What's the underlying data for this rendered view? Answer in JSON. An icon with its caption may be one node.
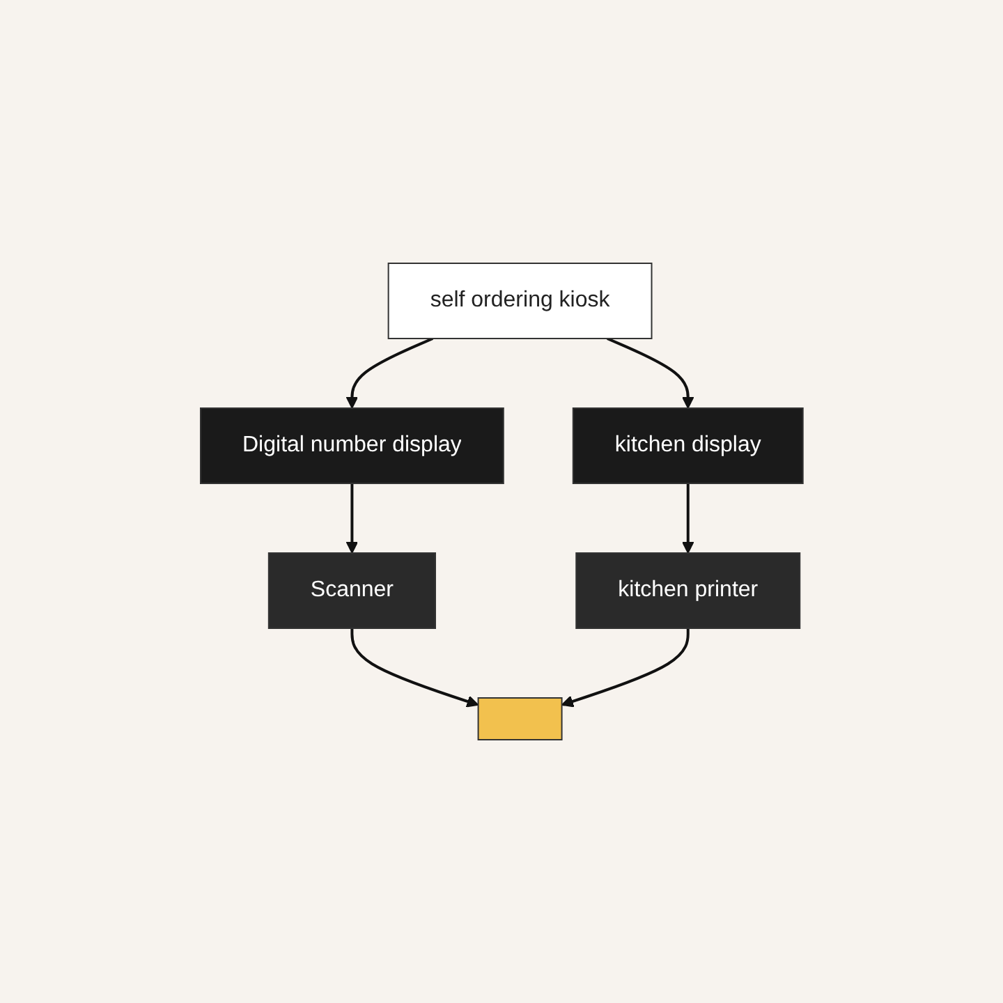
{
  "diagram": {
    "nodes": [
      {
        "text": [
          "self ordering kiosk"
        ]
      },
      {
        "text": [
          "Digital number display"
        ]
      },
      {
        "text": [
          "kitchen display"
        ]
      },
      {
        "text": [
          "Scanner"
        ]
      },
      {
        "text": [
          "kitchen printer"
        ]
      },
      {
        "text": [],
        "shape": "box"
      }
    ],
    "edges": [
      {
        "from": 0,
        "to": 1,
        "arrow": "to"
      },
      {
        "from": 0,
        "to": 2,
        "arrow": "to"
      },
      {
        "from": 1,
        "to": 3,
        "arrow": "to"
      },
      {
        "from": 2,
        "to": 4,
        "arrow": "to"
      },
      {
        "from": 3,
        "to": 5,
        "arrow": "to"
      },
      {
        "from": 4,
        "to": 5,
        "arrow": "to"
      }
    ]
  }
}
